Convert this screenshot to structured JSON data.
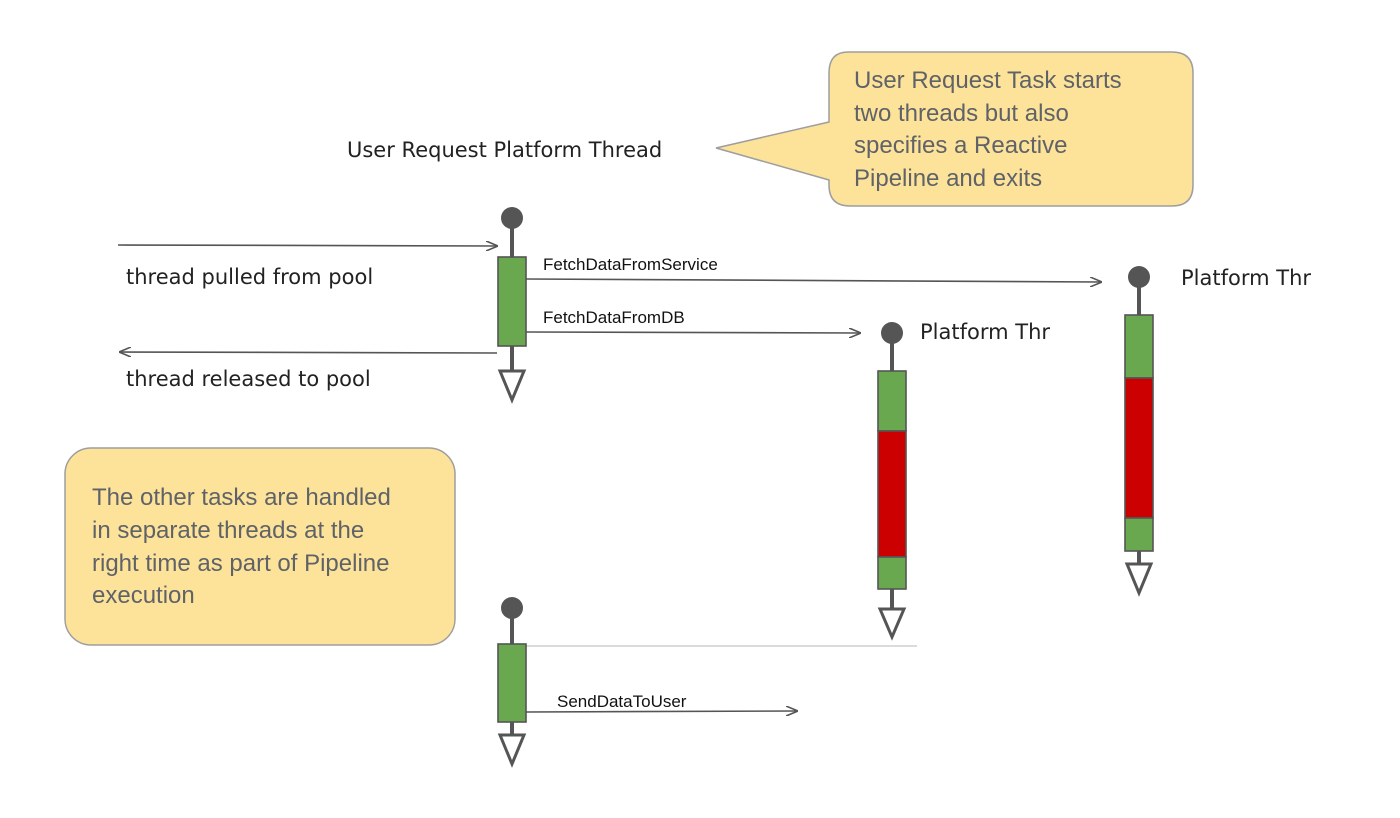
{
  "labels": {
    "main_thread": "User Request Platform Thread",
    "pulled": "thread pulled from pool",
    "released": "thread released to pool",
    "thr_right": "Platform Thr",
    "thr_mid": "Platform Thr"
  },
  "messages": {
    "fetch_service": "FetchDataFromService",
    "fetch_db": "FetchDataFromDB",
    "send_user": "SendDataToUser"
  },
  "callouts": {
    "top": [
      "User Request Task starts",
      "two threads but also",
      "specifies a Reactive",
      "Pipeline and exits"
    ],
    "left": [
      "The other tasks are handled",
      "in separate threads at the",
      "right time as part of Pipeline",
      "execution"
    ]
  },
  "colors": {
    "callout_fill": "#fde29a",
    "callout_stroke": "#9e9e9e",
    "active_green": "#6aa84f",
    "blocked_red": "#cc0000",
    "line": "#555555",
    "text_gray": "#5f6368"
  }
}
